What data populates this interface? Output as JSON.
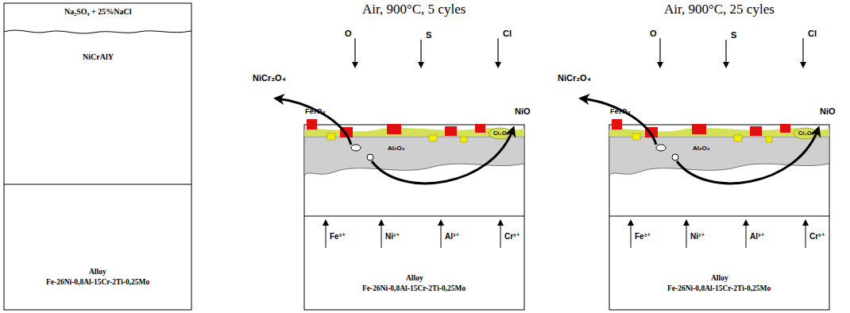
{
  "diagram": {
    "nodes": [
      {
        "text": [
          "Na₂SO₄ + 25%NaCl"
        ]
      },
      {
        "text": [
          "NiCrAlY"
        ]
      },
      {
        "text": [
          "Alloy",
          "Fe-26Ni-0,8Al-15Cr-2Ti-0,25Mo"
        ]
      },
      {
        "text": [
          "Air, 900°C, 5 cyles"
        ]
      },
      {
        "text": [
          "Alloy",
          "Fe-26Ni-0,8Al-15Cr-2Ti-0,25Mo"
        ],
        "in": 3
      },
      {
        "text": [
          "Air, 900°C, 25 cyles"
        ]
      },
      {
        "text": [
          "Alloy",
          "Fe-26Ni-0,8Al-15Cr-2Ti-0,25Mo"
        ],
        "in": 5
      }
    ],
    "labels": [
      "O",
      "S",
      "Cl",
      "Fe₂O₃",
      "NiCr₂O₄",
      "Al₂O₃",
      "Cr₂O₃",
      "NiO",
      "Fe³⁺",
      "Ni²⁺",
      "Al³⁺",
      "Cr³⁺",
      "O",
      "S",
      "Cl",
      "Fe₂O₃",
      "NiCr₂O₄",
      "Al₂O₃",
      "Cr₂O₃",
      "NiO",
      "Fe³⁺",
      "Ni²⁺",
      "Al³⁺",
      "Cr³⁺"
    ]
  }
}
